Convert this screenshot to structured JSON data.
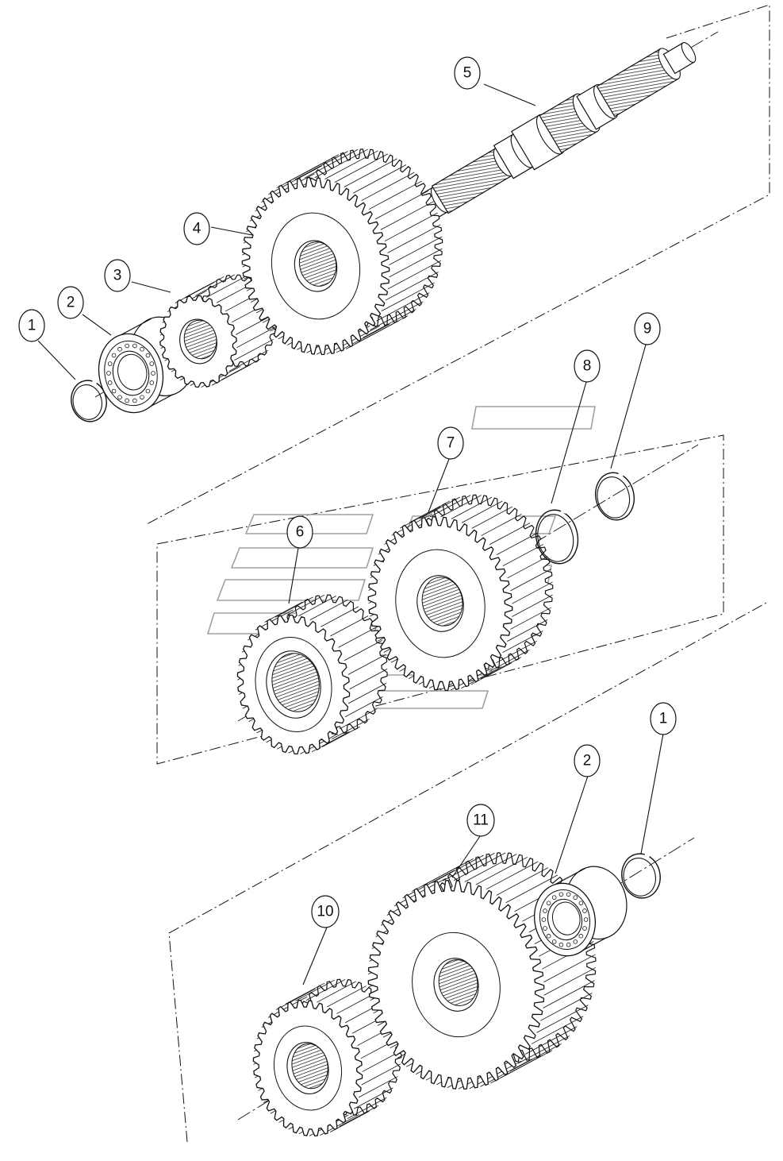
{
  "diagram": {
    "callouts": [
      {
        "id": "c1a",
        "number": "1"
      },
      {
        "id": "c2a",
        "number": "2"
      },
      {
        "id": "c3",
        "number": "3"
      },
      {
        "id": "c4",
        "number": "4"
      },
      {
        "id": "c5",
        "number": "5"
      },
      {
        "id": "c6",
        "number": "6"
      },
      {
        "id": "c7",
        "number": "7"
      },
      {
        "id": "c8",
        "number": "8"
      },
      {
        "id": "c9",
        "number": "9"
      },
      {
        "id": "c10",
        "number": "10"
      },
      {
        "id": "c11",
        "number": "11"
      },
      {
        "id": "c2b",
        "number": "2"
      },
      {
        "id": "c1b",
        "number": "1"
      }
    ],
    "parts": [
      {
        "id": "snap-ring-top",
        "icon": "snap-ring-icon"
      },
      {
        "id": "bearing-top",
        "icon": "ball-bearing-icon"
      },
      {
        "id": "small-gear-top",
        "icon": "spur-gear-icon"
      },
      {
        "id": "large-gear-top",
        "icon": "spur-gear-icon"
      },
      {
        "id": "splined-shaft",
        "icon": "splined-shaft-icon"
      },
      {
        "id": "gear-middle-small",
        "icon": "spur-gear-icon"
      },
      {
        "id": "gear-middle-large",
        "icon": "spur-gear-icon"
      },
      {
        "id": "snap-ring-middle-8",
        "icon": "snap-ring-icon"
      },
      {
        "id": "snap-ring-middle-9",
        "icon": "snap-ring-icon"
      },
      {
        "id": "gear-bottom-small",
        "icon": "spur-gear-icon"
      },
      {
        "id": "gear-bottom-large",
        "icon": "spur-gear-icon"
      },
      {
        "id": "bearing-bottom",
        "icon": "ball-bearing-icon"
      },
      {
        "id": "snap-ring-bottom",
        "icon": "snap-ring-icon"
      }
    ],
    "colors": {
      "line": "#111111",
      "watermark": "#9a9a9a",
      "background": "#ffffff"
    }
  }
}
